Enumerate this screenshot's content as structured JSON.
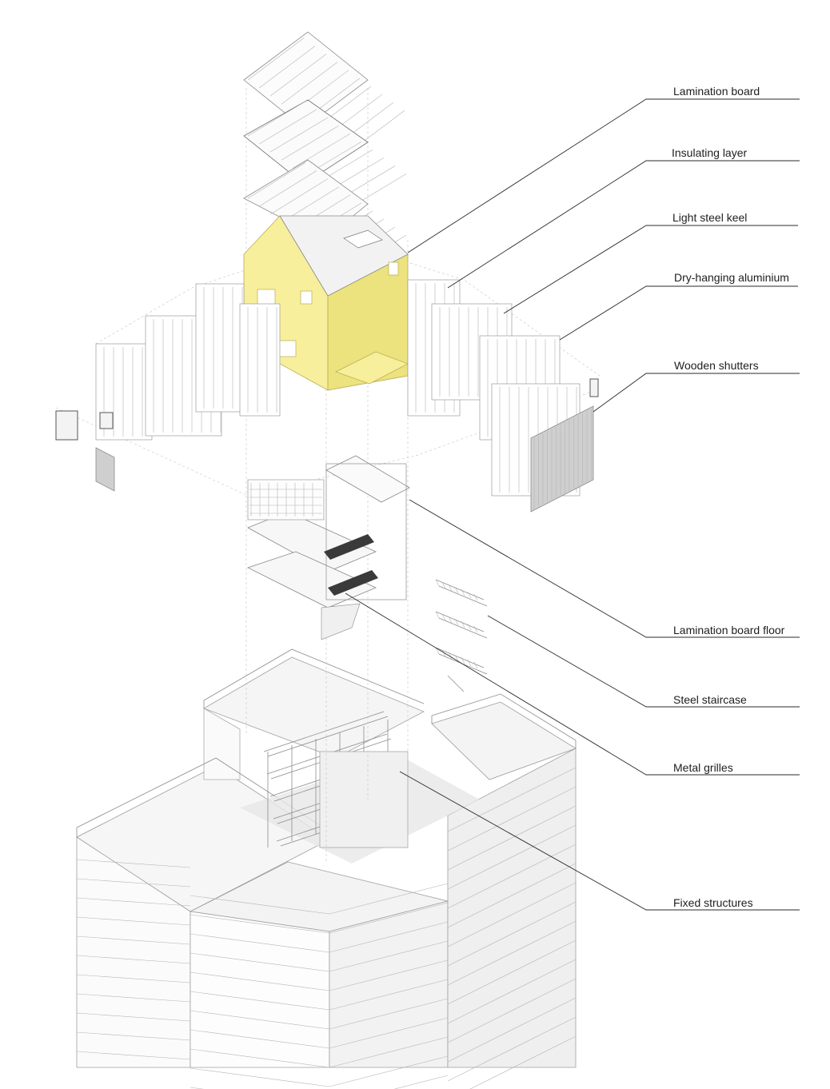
{
  "diagram": {
    "labels": [
      {
        "key": "lamination_board",
        "text": "Lamination board"
      },
      {
        "key": "insulating_layer",
        "text": "Insulating layer"
      },
      {
        "key": "light_steel_keel",
        "text": "Light steel keel"
      },
      {
        "key": "dry_hanging_aluminium",
        "text": "Dry-hanging aluminium"
      },
      {
        "key": "wooden_shutters",
        "text": "Wooden shutters"
      },
      {
        "key": "lamination_board_floor",
        "text": "Lamination board floor"
      },
      {
        "key": "steel_staircase",
        "text": "Steel staircase"
      },
      {
        "key": "metal_grilles",
        "text": "Metal grilles"
      },
      {
        "key": "fixed_structures",
        "text": "Fixed structures"
      }
    ],
    "colors": {
      "highlight_volume": "#f7ef9c",
      "highlight_side": "#ece27e",
      "line": "#8c8c8c",
      "shade": "#cfcfcf",
      "leader": "#2a2a2a"
    }
  }
}
